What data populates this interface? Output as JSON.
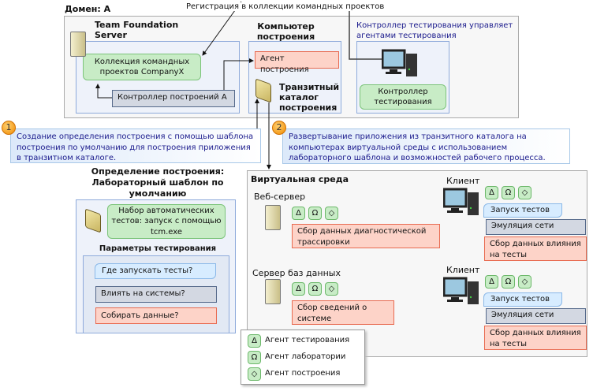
{
  "domain": {
    "title": "Домен: A",
    "registration": "Регистрация в коллекции командных проектов"
  },
  "tfs": {
    "title": "Team Foundation Server",
    "collection": "Коллекция командных проектов CompanyX",
    "build_controller": "Контроллер построений A"
  },
  "build_computer": {
    "title": "Компьютер построения",
    "agent": "Агент построения",
    "drop_folder": "Транзитный каталог построения"
  },
  "test_controller": {
    "caption": "Контроллер тестирования управляет агентами тестирования",
    "label": "Контроллер тестирования"
  },
  "callouts": [
    {
      "number": "1",
      "text": "Создание определения построения с помощью шаблона построения по умолчанию для построения приложения в транзитном каталоге."
    },
    {
      "number": "2",
      "text": "Развертывание приложения из транзитного каталога на компьютерах виртуальной среды с использованием лабораторного шаблона и возможностей рабочего процесса."
    }
  ],
  "build_definition": {
    "title": "Определение построения: Лабораторный шаблон по умолчанию",
    "tests": "Набор автоматических тестов: запуск с помощью tcm.exe",
    "params_title": "Параметры тестирования",
    "params": [
      "Где запускать тесты?",
      "Влиять на системы?",
      "Собирать данные?"
    ]
  },
  "virtual": {
    "title": "Виртуальная среда",
    "web_server": {
      "label": "Веб-сервер",
      "data": "Сбор данных диагностической трассировки"
    },
    "db_server": {
      "label": "Сервер баз данных",
      "data": "Сбор сведений о системе"
    },
    "clients": [
      {
        "label": "Клиент",
        "run": "Запуск тестов",
        "emulation": "Эмуляция сети",
        "data": "Сбор данных влияния на тесты"
      },
      {
        "label": "Клиент",
        "run": "Запуск тестов",
        "emulation": "Эмуляция сети",
        "data": "Сбор данных влияния на тесты"
      }
    ]
  },
  "agents": {
    "symbols": [
      "Δ",
      "Ω",
      "◇"
    ]
  },
  "legend": [
    {
      "symbol": "Δ",
      "label": "Агент тестирования"
    },
    {
      "symbol": "Ω",
      "label": "Агент лаборатории"
    },
    {
      "symbol": "◇",
      "label": "Агент построения"
    }
  ]
}
